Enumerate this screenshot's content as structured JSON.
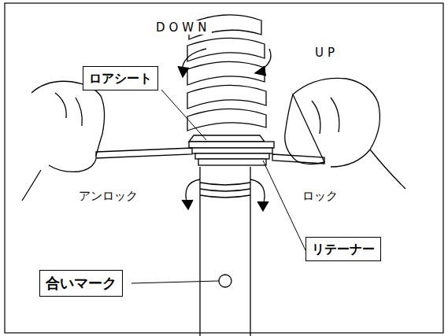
{
  "diagram": {
    "nodes": [
      {
        "text": [
          "ロアシート"
        ]
      },
      {
        "text": [
          "リテーナー"
        ]
      },
      {
        "text": [
          "合いマーク"
        ]
      }
    ],
    "labels": [
      "DOWN",
      "UP",
      "アンロック",
      "ロック"
    ]
  }
}
